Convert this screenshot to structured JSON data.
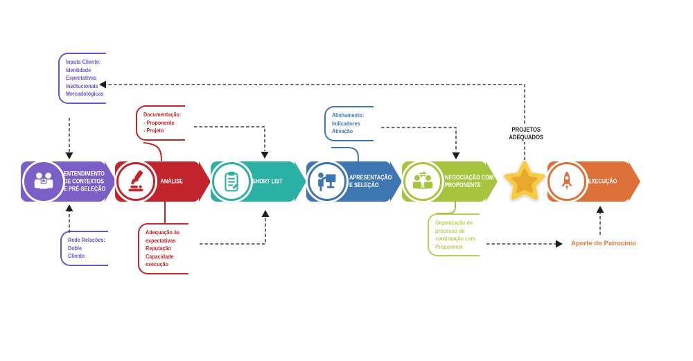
{
  "diagram_title": "",
  "stages": [
    {
      "name": "entendimento-de-contextos-e-pre-selecao",
      "lines": [
        "ENTENDIMENTO",
        "DE CONTEXTOS",
        "E PRÉ-SELEÇÃO"
      ],
      "color": "#7B5FC7",
      "icon": "people-puzzle-icon"
    },
    {
      "name": "analise",
      "lines": [
        "ANÁLISE"
      ],
      "color": "#C2242B",
      "icon": "microscope-icon"
    },
    {
      "name": "short-list",
      "lines": [
        "SHORT LIST"
      ],
      "color": "#2BB0A3",
      "icon": "clipboard-icon"
    },
    {
      "name": "apresentacao-e-selecao",
      "lines": [
        "APRESENTAÇÃO",
        "E SELEÇÃO"
      ],
      "color": "#3D76B2",
      "icon": "presenter-icon"
    },
    {
      "name": "negociacao-com-proponente",
      "lines": [
        "NEGOCIAÇÃO COM",
        "PROPONENTE"
      ],
      "color": "#A6C43D",
      "icon": "negotiation-icon"
    },
    {
      "name": "execucao",
      "lines": [
        "EXECUÇÃO"
      ],
      "color": "#DD7038",
      "icon": "rocket-icon"
    }
  ],
  "milestone": {
    "lines": [
      "PROJETOS",
      "ADEQUADOS"
    ],
    "icon": "star-icon",
    "star_outer_color": "#F7CB45",
    "star_inner_color": "#E9A82B"
  },
  "annotations": {
    "inputs_cliente": {
      "color": "#6C52C4",
      "lines": [
        "Inputs Cliente:",
        "Identidade",
        "Expectativas",
        "Institucionais",
        "Mercadológicas"
      ]
    },
    "documentacao": {
      "color": "#C2242B",
      "lines": [
        "Documentação:",
        "- Proponente",
        "- Projeto"
      ]
    },
    "alinhamento": {
      "color": "#3D76B2",
      "lines": [
        "Alinhamento:",
        "Indicadores",
        "Ativação"
      ]
    },
    "rede_relacoes": {
      "color": "#6C52C4",
      "lines": [
        "Rede Relações:",
        "Doble",
        "Cliente"
      ]
    },
    "adequacao": {
      "color": "#C2242B",
      "lines": [
        "Adequação às",
        "expectativas",
        "Reputação",
        "Capacidade",
        "execução"
      ]
    },
    "organizacao": {
      "color": "#BCCB55",
      "lines": [
        "Organização do",
        "processo de",
        "contratação com",
        "Proponente"
      ]
    },
    "aporte": {
      "color": "#E0763C",
      "label": "Aporte do Patrocínio"
    }
  },
  "connector_colors": {
    "dashed": "#3d3d3d",
    "arrow": "#1d1d1d"
  }
}
